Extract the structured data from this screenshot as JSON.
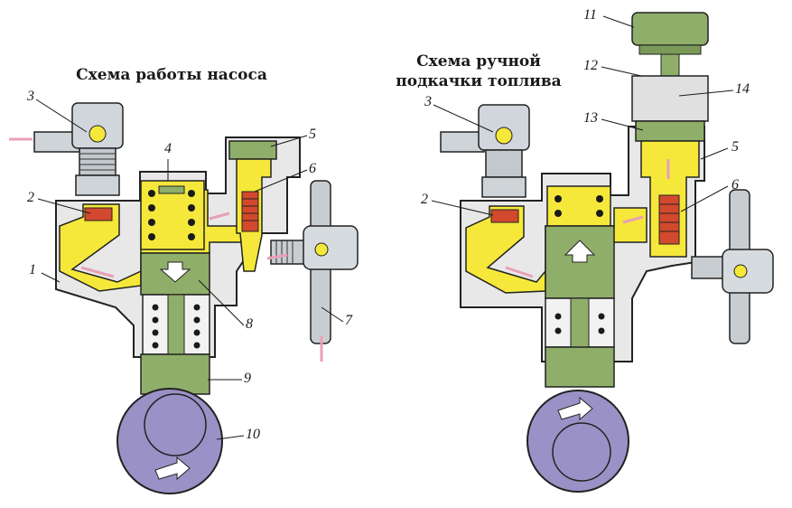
{
  "titles": {
    "left": "Схема работы насоса",
    "right_line1": "Схема ручной",
    "right_line2": "подкачки топлива"
  },
  "labels": {
    "left": [
      "3",
      "4",
      "5",
      "6",
      "2",
      "1",
      "8",
      "7",
      "9",
      "10"
    ],
    "right": [
      "11",
      "12",
      "14",
      "3",
      "13",
      "5",
      "2",
      "6"
    ]
  },
  "colors": {
    "fuel": "#f5e83a",
    "body": "#e8e8e8",
    "plunger": "#8fae6a",
    "cam": "#9a92c6",
    "spring_part": "#d2492e",
    "flow_arrow": "#e9a0b6",
    "outline": "#222222"
  }
}
